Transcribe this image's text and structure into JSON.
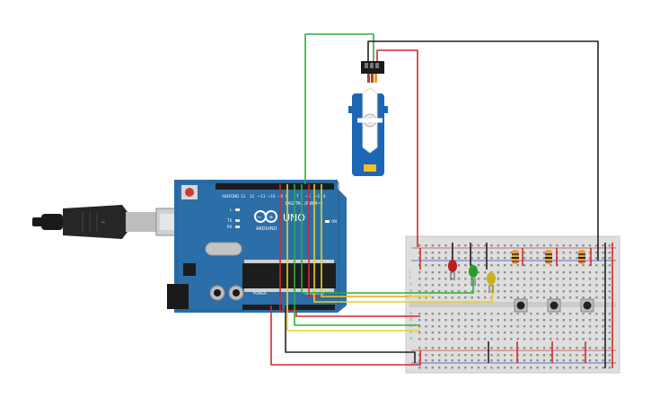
{
  "board": {
    "name": "UNO",
    "brand": "ARDUINO",
    "digital_label": "DIGITAL (PWM~)",
    "analog_label": "ANALOG IN",
    "power_label": "POWER",
    "on_label": "ON",
    "tx_label": "TX",
    "rx_label": "RX",
    "l_label": "L"
  },
  "breadboard": {
    "row_letters_top": [
      "j",
      "i",
      "h",
      "g",
      "f"
    ],
    "row_letters_bottom": [
      "e",
      "d",
      "c",
      "b",
      "a"
    ]
  },
  "colors": {
    "board": "#2c6ea8",
    "wire_red": "#d42a2a",
    "wire_black": "#222222",
    "wire_green": "#2fae3c",
    "wire_yellow": "#e8d21e",
    "led_red": "#b81f1f",
    "led_green": "#23a023",
    "led_yellow": "#c7b21d",
    "servo": "#1c66b5"
  }
}
